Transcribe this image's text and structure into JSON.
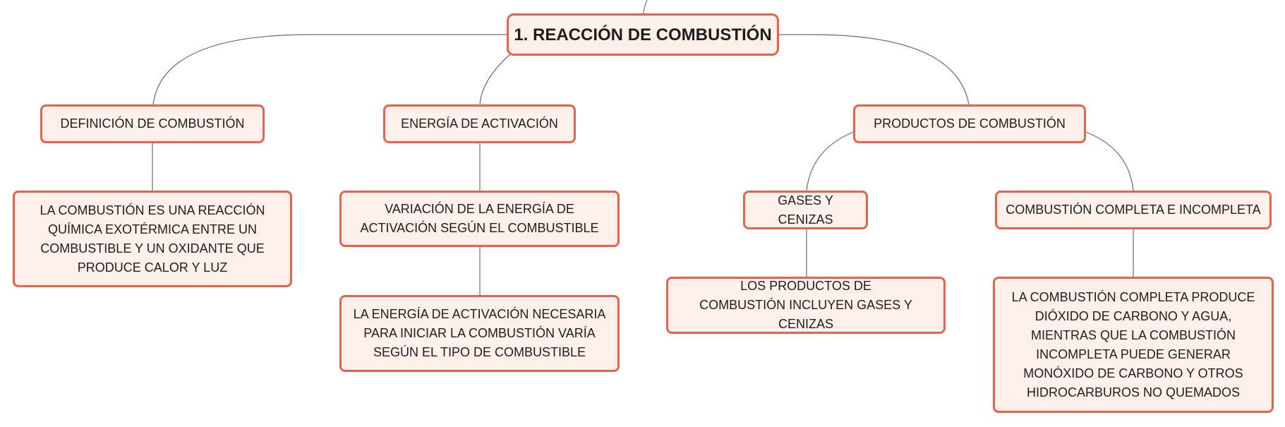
{
  "map": {
    "root": "1. REACCIÓN DE COMBUSTIÓN",
    "topics": {
      "definicion": "DEFINICIÓN DE COMBUSTIÓN",
      "energia": "ENERGÍA DE ACTIVACIÓN",
      "productos": "PRODUCTOS DE COMBUSTIÓN"
    },
    "details": {
      "definicion_text": "LA COMBUSTIÓN ES UNA REACCIÓN QUÍMICA EXOTÉRMICA ENTRE UN COMBUSTIBLE Y UN OXIDANTE QUE PRODUCE CALOR Y LUZ",
      "variacion": "VARIACIÓN DE LA ENERGÍA DE ACTIVACIÓN SEGÚN EL COMBUSTIBLE",
      "energia_text": "LA ENERGÍA DE ACTIVACIÓN NECESARIA PARA INICIAR LA COMBUSTIÓN VARÍA SEGÚN EL TIPO DE COMBUSTIBLE",
      "gases": "GASES Y CENIZAS",
      "gases_text": "LOS PRODUCTOS DE COMBUSTIÓN INCLUYEN GASES Y CENIZAS",
      "completa": "COMBUSTIÓN COMPLETA E INCOMPLETA",
      "completa_text": "LA COMBUSTIÓN COMPLETA PRODUCE DIÓXIDO DE CARBONO Y AGUA, MIENTRAS QUE LA COMBUSTIÓN INCOMPLETA PUEDE GENERAR MONÓXIDO DE CARBONO Y OTROS HIDROCARBUROS NO QUEMADOS"
    },
    "colors": {
      "node_border": "#e5644e",
      "node_fill": "#fdefea",
      "connector": "#6b6b6b",
      "text": "#1e1e1e"
    }
  }
}
